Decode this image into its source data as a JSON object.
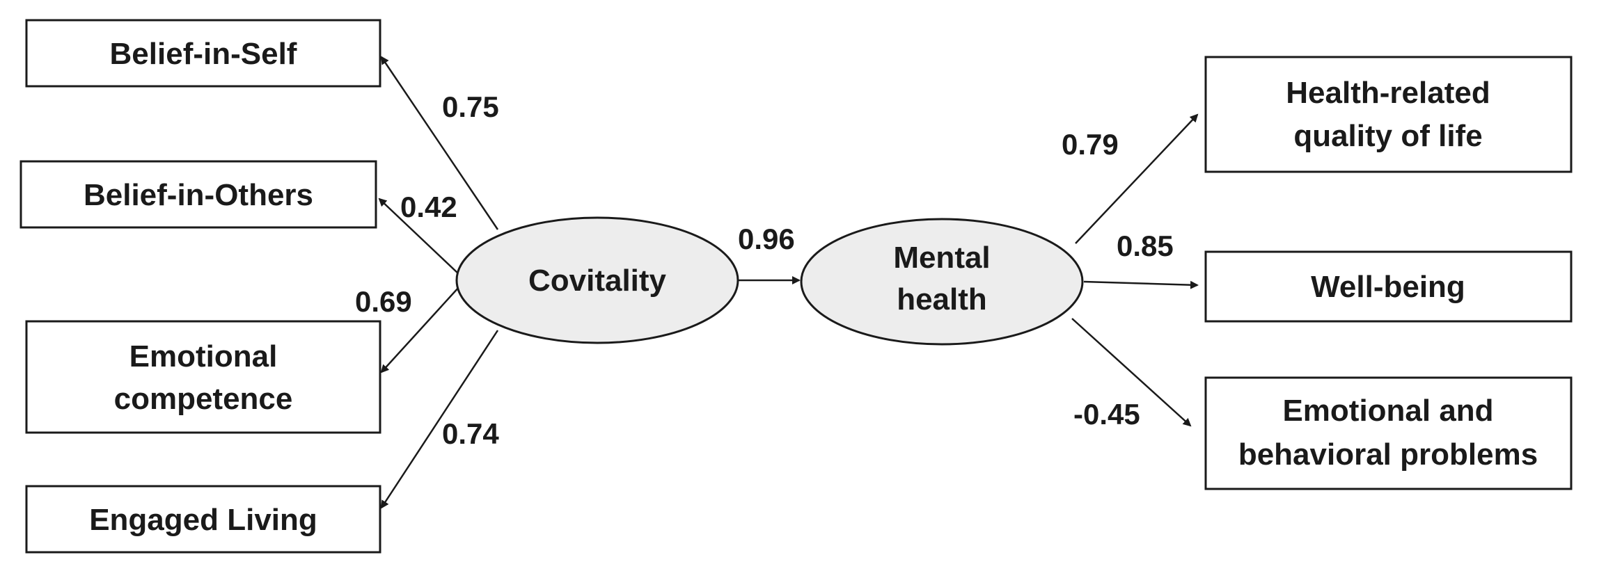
{
  "nodes": {
    "belief_in_self": {
      "lines": [
        "Belief-in-Self"
      ]
    },
    "belief_in_others": {
      "lines": [
        "Belief-in-Others"
      ]
    },
    "emotional_competence": {
      "lines": [
        "Emotional",
        "competence"
      ]
    },
    "engaged_living": {
      "lines": [
        "Engaged Living"
      ]
    },
    "covitality": {
      "lines": [
        "Covitality"
      ]
    },
    "mental_health": {
      "lines": [
        "Mental",
        "health"
      ]
    },
    "health_related_qol": {
      "lines": [
        "Health-related",
        "quality of life"
      ]
    },
    "well_being": {
      "lines": [
        "Well-being"
      ]
    },
    "emotional_behavioral_problems": {
      "lines": [
        "Emotional and",
        "behavioral problems"
      ]
    }
  },
  "edges": [
    {
      "from": "covitality",
      "to": "belief_in_self",
      "coefficient": "0.75"
    },
    {
      "from": "covitality",
      "to": "belief_in_others",
      "coefficient": "0.42"
    },
    {
      "from": "covitality",
      "to": "emotional_competence",
      "coefficient": "0.69"
    },
    {
      "from": "covitality",
      "to": "engaged_living",
      "coefficient": "0.74"
    },
    {
      "from": "covitality",
      "to": "mental_health",
      "coefficient": "0.96"
    },
    {
      "from": "mental_health",
      "to": "health_related_qol",
      "coefficient": "0.79"
    },
    {
      "from": "mental_health",
      "to": "well_being",
      "coefficient": "0.85"
    },
    {
      "from": "mental_health",
      "to": "emotional_behavioral_problems",
      "coefficient": "-0.45"
    }
  ]
}
